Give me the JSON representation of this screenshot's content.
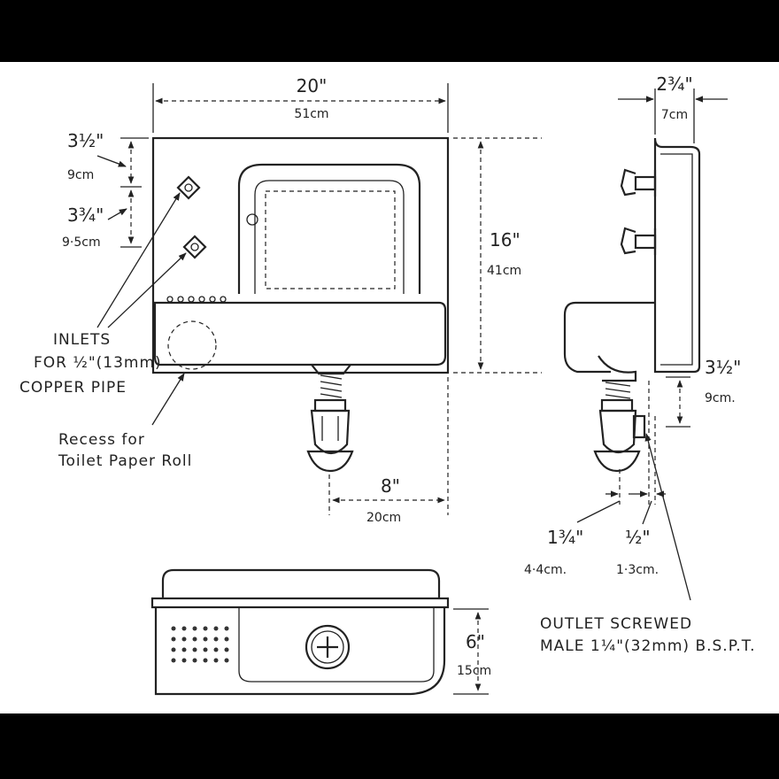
{
  "dimensions": {
    "width_in": "20\"",
    "width_cm": "51cm",
    "top_in": "3½\"",
    "top_cm": "9cm",
    "mid_in": "3¾\"",
    "mid_cm": "9·5cm",
    "height_in": "16\"",
    "height_cm": "41cm",
    "outlet_in": "8\"",
    "outlet_cm": "20cm",
    "depth_in": "2¾\"",
    "depth_cm": "7cm",
    "drop_in": "3½\"",
    "drop_cm": "9cm.",
    "offset_in": "1¾\"",
    "offset_cm": "4·4cm.",
    "thread_in": "½\"",
    "thread_cm": "1·3cm.",
    "plan_in": "6\"",
    "plan_cm": "15cm"
  },
  "notes": {
    "inlets_1": "INLETS",
    "inlets_2": "FOR ½\"(13mm)",
    "inlets_3": "COPPER PIPE",
    "recess_1": "Recess for",
    "recess_2": "Toilet Paper Roll",
    "outlet_1": "OUTLET SCREWED",
    "outlet_2": "MALE 1¼\"(32mm) B.S.P.T."
  }
}
